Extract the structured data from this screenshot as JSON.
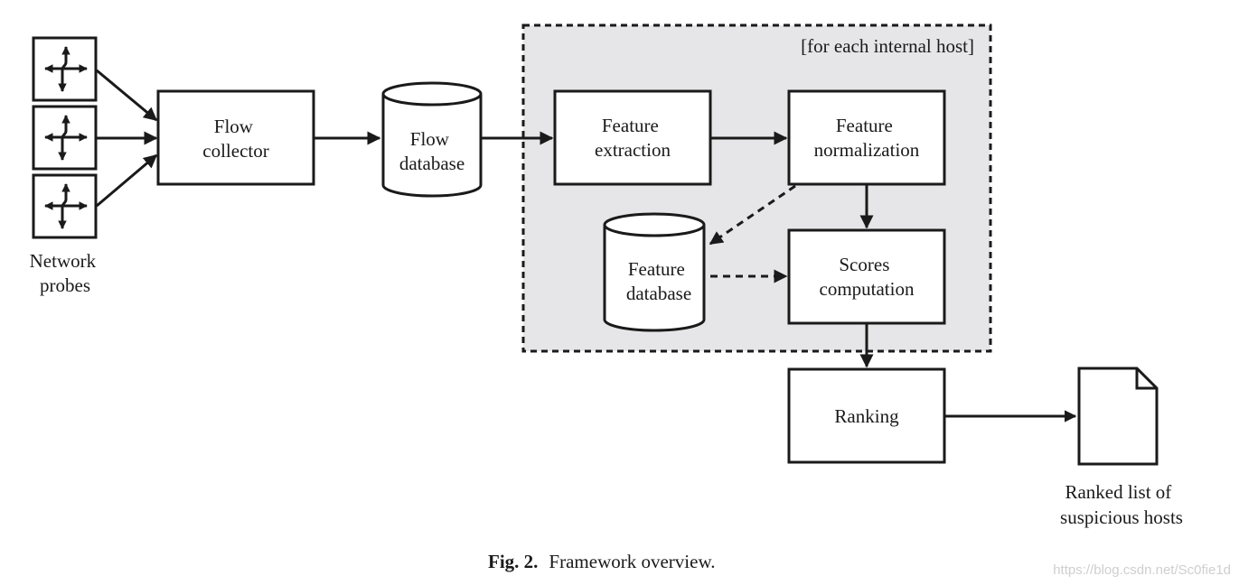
{
  "diagram": {
    "network_probes_label": [
      "Network",
      "probes"
    ],
    "flow_collector_label": [
      "Flow",
      "collector"
    ],
    "flow_database_label": [
      "Flow",
      "database"
    ],
    "per_host_region_label": "[for each internal host]",
    "feature_extraction_label": [
      "Feature",
      "extraction"
    ],
    "feature_normalization_label": [
      "Feature",
      "normalization"
    ],
    "feature_database_label": [
      "Feature",
      "database"
    ],
    "scores_computation_label": [
      "Scores",
      "computation"
    ],
    "ranking_label": "Ranking",
    "ranked_list_label": [
      "Ranked list of",
      "suspicious hosts"
    ]
  },
  "caption": {
    "figure_number": "Fig. 2.",
    "text": "Framework overview."
  },
  "watermark": "https://blog.csdn.net/Sc0fie1d",
  "colors": {
    "ink": "#1a1a1a",
    "region_fill": "#e6e6e8",
    "watermark": "#cfcfcf"
  }
}
